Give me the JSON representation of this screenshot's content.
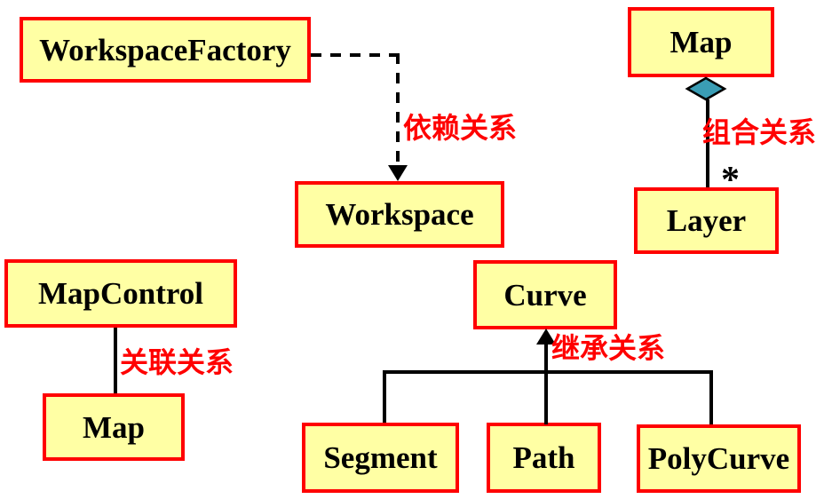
{
  "classes": {
    "workspace_factory": "WorkspaceFactory",
    "workspace": "Workspace",
    "map_top": "Map",
    "layer": "Layer",
    "map_control": "MapControl",
    "map_bottom": "Map",
    "curve": "Curve",
    "segment": "Segment",
    "path": "Path",
    "polycurve": "PolyCurve"
  },
  "relations": {
    "dependency": {
      "label": "依赖关系",
      "from": "WorkspaceFactory",
      "to": "Workspace",
      "line_style": "dashed-arrow"
    },
    "composition": {
      "label": "组合关系",
      "whole": "Map",
      "part": "Layer",
      "multiplicity": "*"
    },
    "association": {
      "label": "关联关系",
      "from": "MapControl",
      "to": "Map"
    },
    "inheritance": {
      "label": "继承关系",
      "parent": "Curve",
      "children": [
        "Segment",
        "Path",
        "PolyCurve"
      ]
    }
  },
  "colors": {
    "box_fill": "#FFFFA4",
    "box_border": "#FF0000",
    "relation_label": "#FF0000",
    "connector": "#000000",
    "diamond_fill": "#3A9DB5",
    "class_text": "#000000",
    "background": "#FFFFFF"
  }
}
